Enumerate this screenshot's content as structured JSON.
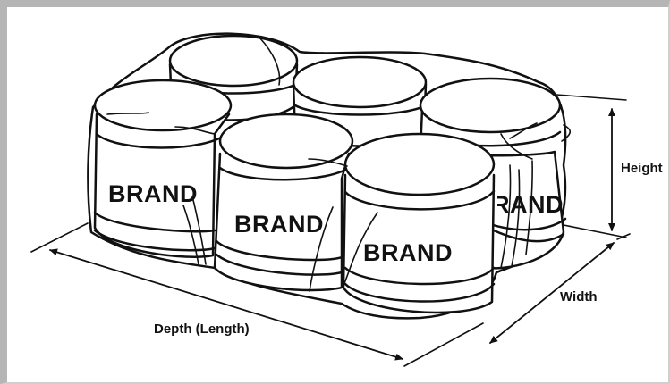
{
  "diagram": {
    "brand_text": "BRAND",
    "labels": {
      "height": "Height",
      "width": "Width",
      "depth": "Depth (Length)"
    }
  }
}
